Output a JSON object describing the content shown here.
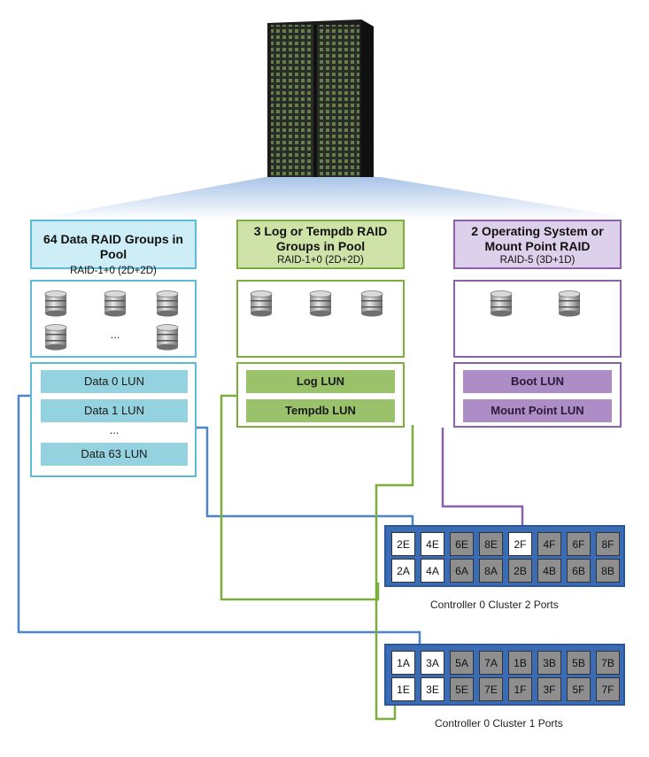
{
  "groups": [
    {
      "title": "64 Data RAID Groups in Pool",
      "subtitle": "RAID-1+0 (2D+2D)",
      "luns": [
        "Data 0 LUN",
        "Data 1 LUN",
        "Data 63 LUN"
      ],
      "ellipsis": "..."
    },
    {
      "title": "3 Log or Tempdb RAID Groups in Pool",
      "subtitle": "RAID-1+0 (2D+2D)",
      "luns": [
        "Log LUN",
        "Tempdb LUN"
      ]
    },
    {
      "title": "2 Operating System or Mount Point RAID",
      "subtitle": "RAID-5 (3D+1D)",
      "luns": [
        "Boot LUN",
        "Mount Point LUN"
      ]
    }
  ],
  "disk_ellipsis": "...",
  "controllers": [
    {
      "label": "Controller 0 Cluster 2 Ports",
      "rows": [
        [
          "2E",
          "4E",
          "6E",
          "8E",
          "2F",
          "4F",
          "6F",
          "8F"
        ],
        [
          "2A",
          "4A",
          "6A",
          "8A",
          "2B",
          "4B",
          "6B",
          "8B"
        ]
      ],
      "active": [
        "2E",
        "4E",
        "2F",
        "2A",
        "4A"
      ]
    },
    {
      "label": "Controller 0 Cluster 1 Ports",
      "rows": [
        [
          "1A",
          "3A",
          "5A",
          "7A",
          "1B",
          "3B",
          "5B",
          "7B"
        ],
        [
          "1E",
          "3E",
          "5E",
          "7E",
          "1F",
          "3F",
          "5F",
          "7F"
        ]
      ],
      "active": [
        "1A",
        "3A",
        "1E",
        "3E"
      ]
    }
  ],
  "colors": {
    "blue": "#5cbcd6",
    "green": "#7cae3f",
    "purple": "#8b62a8",
    "connector_blue": "#4d84c9",
    "port_panel": "#3a6cb6"
  }
}
